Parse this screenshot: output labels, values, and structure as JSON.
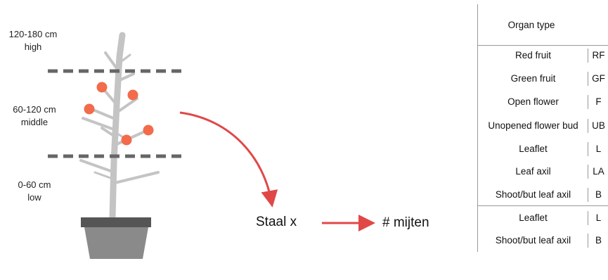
{
  "zones": [
    {
      "id": "high",
      "range": "120-180 cm",
      "name": "high"
    },
    {
      "id": "middle",
      "range": "60-120 cm",
      "name": "middle"
    },
    {
      "id": "low",
      "range": "0-60 cm",
      "name": "low"
    }
  ],
  "sample_label": "Staal x",
  "result_label": "# mijten",
  "colors": {
    "fruit": "#f26b4a",
    "plant": "#c4c4c4",
    "pot": "#8a8a8a",
    "pot_rim": "#555555",
    "dashed_line": "#666666",
    "arrow": "#e04848"
  },
  "table": {
    "header": "Organ type",
    "group_1": [
      {
        "name": "Red fruit",
        "code": "RF"
      },
      {
        "name": "Green fruit",
        "code": "GF"
      },
      {
        "name": "Open flower",
        "code": "F"
      },
      {
        "name": "Unopened flower bud",
        "code": "UB"
      },
      {
        "name": "Leaflet",
        "code": "L"
      },
      {
        "name": "Leaf axil",
        "code": "LA"
      },
      {
        "name": "Shoot/but leaf axil",
        "code": "B"
      }
    ],
    "group_2": [
      {
        "name": "Leaflet",
        "code": "L"
      },
      {
        "name": "Shoot/but leaf axil",
        "code": "B"
      }
    ]
  }
}
